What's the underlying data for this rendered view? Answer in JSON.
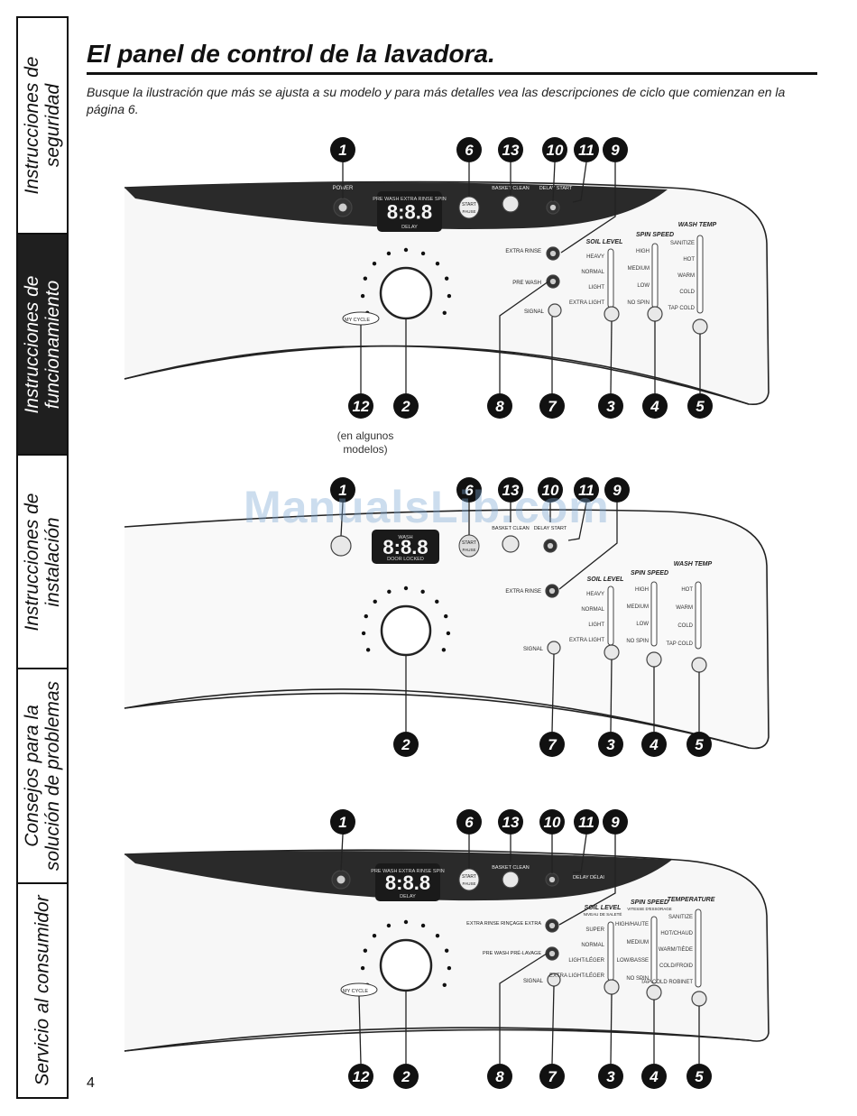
{
  "sidebar": [
    {
      "label": "Instrucciones de\nseguridad",
      "active": false
    },
    {
      "label": "Instrucciones de\nfuncionamiento",
      "active": true
    },
    {
      "label": "Instrucciones de\ninstalación",
      "active": false
    },
    {
      "label": "Consejos para la\nsolución de problemas",
      "active": false
    },
    {
      "label": "Servicio al consumidor",
      "active": false
    }
  ],
  "header": {
    "title": "El panel de control de la lavadora.",
    "subtitle": "Busque la ilustración que más se ajusta a su modelo y para más detalles vea las descripciones de ciclo que comienzan en la página 6."
  },
  "page_number": "4",
  "watermark": "ManualsLib.com",
  "panel1": {
    "callouts_top": [
      "1",
      "6",
      "13",
      "10",
      "11",
      "9"
    ],
    "callouts_bottom": [
      "12",
      "2",
      "8",
      "7",
      "3",
      "4",
      "5"
    ],
    "note": "(en algunos modelos)",
    "power": "POWER",
    "display_top": "PRE WASH EXTRA RINSE SPIN",
    "display_digits": "8:8.8",
    "display_bottom": "DELAY",
    "start": "START",
    "start_sub": "PAUSE",
    "basket_clean": "BASKET CLEAN",
    "delay_start": "DELAY START",
    "extra_rinse": "EXTRA RINSE",
    "pre_wash": "PRE WASH",
    "signal": "SIGNAL",
    "my_cycle": "MY CYCLE",
    "soil_level": {
      "title": "SOIL LEVEL",
      "options": [
        "HEAVY",
        "NORMAL",
        "LIGHT",
        "EXTRA LIGHT"
      ]
    },
    "spin_speed": {
      "title": "SPIN SPEED",
      "options": [
        "HIGH",
        "MEDIUM",
        "LOW",
        "NO SPIN"
      ]
    },
    "wash_temp": {
      "title": "WASH TEMP",
      "options": [
        "SANITIZE",
        "HOT",
        "WARM",
        "COLD",
        "TAP COLD"
      ]
    }
  },
  "panel2": {
    "callouts_top": [
      "1",
      "6",
      "13",
      "10",
      "11",
      "9"
    ],
    "callouts_bottom": [
      "2",
      "7",
      "3",
      "4",
      "5"
    ],
    "display_top": "WASH",
    "display_digits": "8:8.8",
    "display_bottom": "DOOR LOCKED",
    "start": "START",
    "start_sub": "PAUSE",
    "basket_clean": "BASKET CLEAN",
    "delay_start": "DELAY START",
    "extra_rinse": "EXTRA RINSE",
    "signal": "SIGNAL",
    "soil_level": {
      "title": "SOIL LEVEL",
      "options": [
        "HEAVY",
        "NORMAL",
        "LIGHT",
        "EXTRA LIGHT"
      ]
    },
    "spin_speed": {
      "title": "SPIN SPEED",
      "options": [
        "HIGH",
        "MEDIUM",
        "LOW",
        "NO SPIN"
      ]
    },
    "wash_temp": {
      "title": "WASH TEMP",
      "options": [
        "HOT",
        "WARM",
        "COLD",
        "TAP COLD"
      ]
    }
  },
  "panel3": {
    "callouts_top": [
      "1",
      "6",
      "13",
      "10",
      "11",
      "9"
    ],
    "callouts_bottom": [
      "12",
      "2",
      "8",
      "7",
      "3",
      "4",
      "5"
    ],
    "display_top": "PRE WASH EXTRA RINSE SPIN",
    "display_digits": "8:8.8",
    "display_bottom": "DELAY",
    "start": "START",
    "start_sub": "PAUSE",
    "basket_clean": "BASKET CLEAN",
    "delay_start": "DELAY DÉLAI",
    "extra_rinse": "EXTRA RINSE RINÇAGE EXTRA",
    "pre_wash": "PRE WASH PRÉ-LAVAGE",
    "signal": "SIGNAL",
    "my_cycle": "MY CYCLE",
    "soil_level": {
      "title": "SOIL LEVEL",
      "subtitle": "NIVEAU DE SALETÉ",
      "options": [
        "SUPER",
        "NORMAL",
        "LIGHT/LÉGER",
        "EXTRA LIGHT/LÉGER"
      ]
    },
    "spin_speed": {
      "title": "SPIN SPEED",
      "subtitle": "VITESSE D'ESSORAGE",
      "options": [
        "HIGH/HAUTE",
        "MEDIUM",
        "LOW/BASSE",
        "NO SPIN"
      ]
    },
    "wash_temp": {
      "title": "TEMPERATURE",
      "options": [
        "SANITIZE",
        "HOT/CHAUD",
        "WARM/TIÈDE",
        "COLD/FROID",
        "TAP COLD ROBINET"
      ]
    }
  }
}
